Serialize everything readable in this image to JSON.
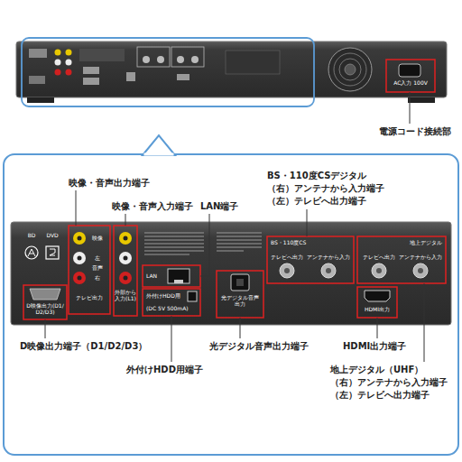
{
  "diagram": {
    "labels": [
      "電源コード接続部",
      "映像・音声出力端子",
      "映像・音声入力端子",
      "LAN端子",
      "BS・110度CSデジタル",
      "（右）アンテナから入力端子",
      "（左）テレビへ出力端子",
      "D映像出力端子（D1/D2/D3）",
      "外付けHDD用端子",
      "光デジタル音声出力端子",
      "HDMI出力端子",
      "地上デジタル（UHF）",
      "（右）アンテナから入力端子",
      "（左）テレビへ出力端子",
      "BD",
      "DVD",
      "映像",
      "左",
      "音声",
      "右",
      "テレビ出力",
      "外部から入力(L1)",
      "LAN",
      "外付けHDD用",
      "(DC 5V 500mA)",
      "光デジタル音声出力",
      "HDMI出力",
      "BS・110度CS",
      "テレビへ出力",
      "アンテナから入力",
      "地上デジタル",
      "テレビへ出力",
      "アンテナから入力",
      "D映像出力(D1/D2/D3)",
      "AC入力 100V"
    ]
  }
}
